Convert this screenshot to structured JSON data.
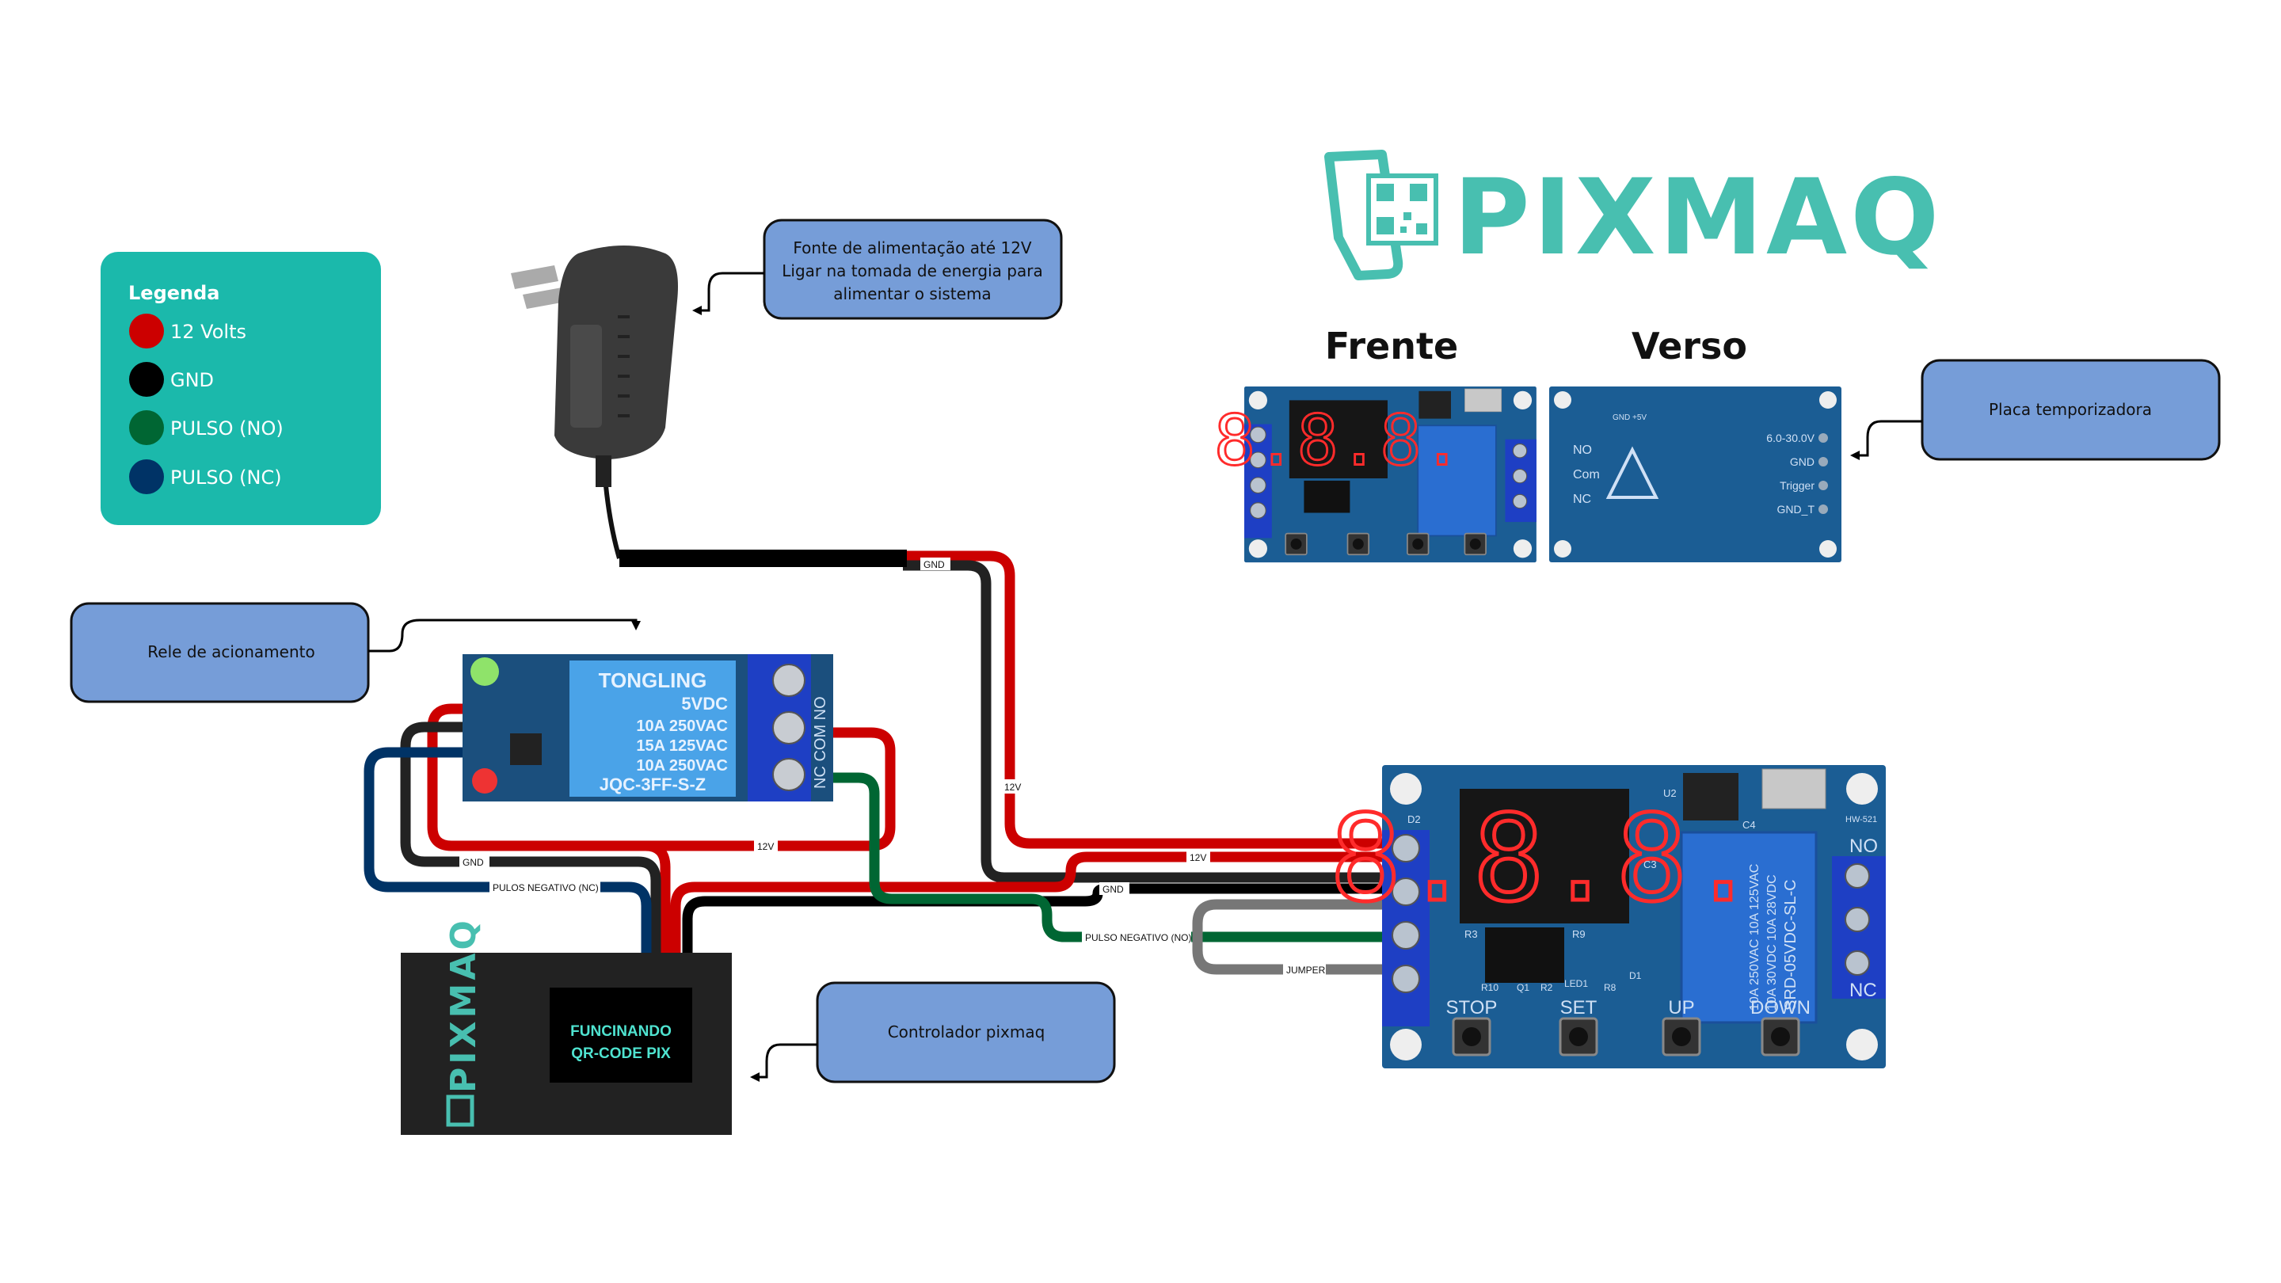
{
  "colors": {
    "accent": "#1bb9ab",
    "callout_fill": "#769dd8",
    "wire_12v": "#cc0000",
    "wire_gnd": "#000000",
    "wire_pulse_no": "#006633",
    "wire_pulse_nc": "#003366",
    "wire_jumper": "#777777",
    "pcb_blue": "#1b5d94"
  },
  "legend": {
    "title": "Legenda",
    "items": [
      {
        "label": "12 Volts",
        "color": "#cc0000"
      },
      {
        "label": "GND",
        "color": "#000000"
      },
      {
        "label": "PULSO (NO)",
        "color": "#006633"
      },
      {
        "label": "PULSO (NC)",
        "color": "#003366"
      }
    ]
  },
  "brand": {
    "name": "PIXMAQ",
    "icon": "qr-code-phone-icon"
  },
  "titles": {
    "front": "Frente",
    "back": "Verso"
  },
  "callouts": {
    "power": [
      "Fonte de alimentação até 12V",
      "Ligar na tomada de energia para",
      "alimentar o sistema"
    ],
    "timer": "Placa temporizadora",
    "relay": "Rele de acionamento",
    "controller": "Controlador pixmaq"
  },
  "wire_labels": {
    "power_gnd": "GND",
    "power_12v": "12V",
    "relay_12v": "12V",
    "relay_gnd": "GND",
    "pulse_nc": "PULOS NEGATIVO (NC)",
    "timer_12v": "12V",
    "timer_gnd": "GND",
    "pulse_no": "PULSO NEGATIVO (NO)",
    "jumper": "JUMPER"
  },
  "relay_module": {
    "brand": "TONGLING",
    "lines": [
      "5VDC",
      "10A 250VAC",
      "15A 125VAC",
      "10A 250VAC"
    ],
    "model": "JQC-3FF-S-Z",
    "terminals": "NC COM NO"
  },
  "controller": {
    "brand": "PIXMAQ",
    "screen": [
      "FUNCINANDO",
      "QR-CODE PIX"
    ]
  },
  "timer_board": {
    "display": "8.8.8.",
    "model": "HW-521",
    "relay_text": [
      "10A 250VAC  10A 125VAC",
      "10A 30VDC  10A 28VDC",
      "SRD-05VDC-SL-C"
    ],
    "buttons": [
      "STOP",
      "SET",
      "UP",
      "DOWN"
    ],
    "outputs": [
      "NO",
      "NC"
    ],
    "silk": [
      "D2",
      "U2",
      "C4",
      "C3",
      "R3",
      "R9",
      "R10",
      "Q1",
      "R2",
      "LED1",
      "R8",
      "D1"
    ]
  },
  "timer_back": {
    "labels": [
      "NO",
      "Com",
      "NC"
    ],
    "pins": [
      "6.0-30.0V",
      "GND",
      "Trigger",
      "GND_T"
    ],
    "top": "GND +5V"
  }
}
